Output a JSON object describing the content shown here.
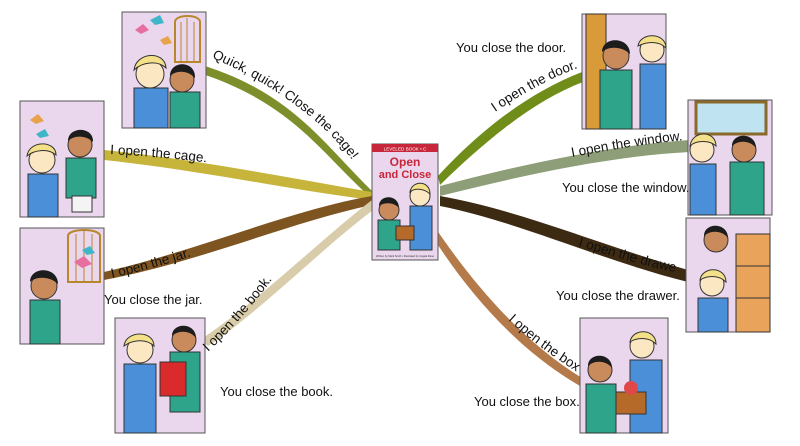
{
  "center": {
    "banner": "LEVELED BOOK • C",
    "title_line1": "Open",
    "title_line2": "and Close",
    "credits": "Written by Mark Smith • Illustrated by Angela Rose"
  },
  "branches": [
    {
      "key": "b1",
      "caption": "Quick, quick! Close the cage!",
      "label": "",
      "color": "#7d8f2a"
    },
    {
      "key": "b2",
      "caption": "I open the cage.",
      "label": "",
      "color": "#c6b53a"
    },
    {
      "key": "b3",
      "caption": "I open the jar.",
      "label": "You close the jar.",
      "color": "#7e5420"
    },
    {
      "key": "b4",
      "caption": "I open the book.",
      "label": "You close the book.",
      "color": "#d8ccaa"
    },
    {
      "key": "b5",
      "caption": "I open the door.",
      "label": "You close the door.",
      "color": "#6f8d18"
    },
    {
      "key": "b6",
      "caption": "I open the window.",
      "label": "You close the window.",
      "color": "#8e9e78"
    },
    {
      "key": "b7",
      "caption": "I open the drawer.",
      "label": "You close the drawer.",
      "color": "#3d2a12"
    },
    {
      "key": "b8",
      "caption": "I open the box.",
      "label": "You close the box.",
      "color": "#b57a4a"
    }
  ]
}
